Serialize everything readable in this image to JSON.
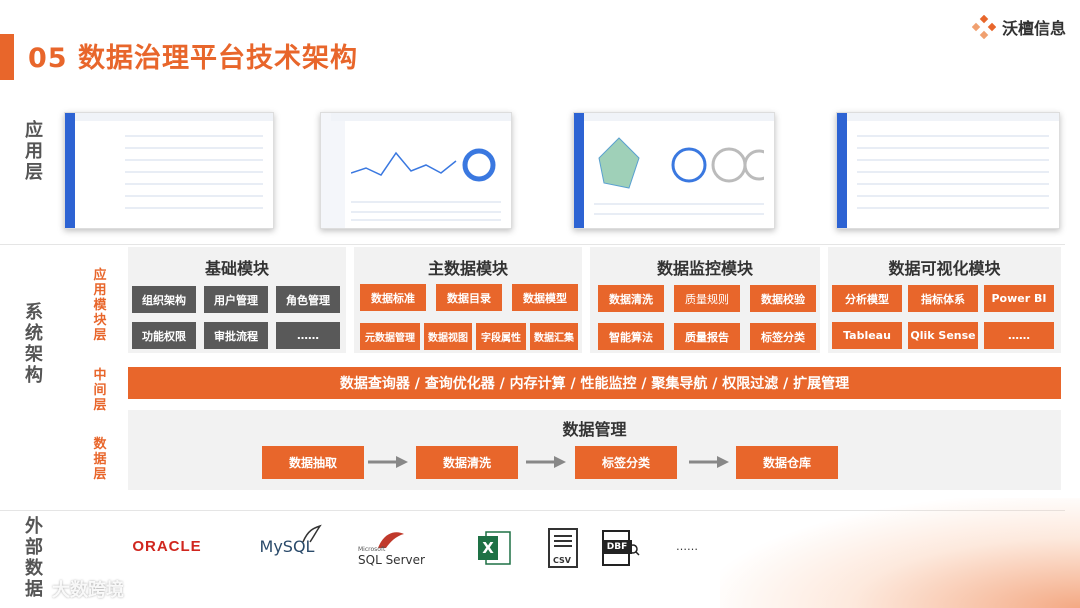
{
  "header": {
    "title": "05 数据治理平台技术架构",
    "logo_text": "沃檀信息"
  },
  "layers": {
    "app": "应用层",
    "system": "系统架构",
    "app_module": "应用模块层",
    "middle": "中间层",
    "data": "数据层",
    "external": "外部数据"
  },
  "screenshots": [
    "app-screenshot-1",
    "app-screenshot-2",
    "app-screenshot-3",
    "app-screenshot-4"
  ],
  "modules": [
    {
      "title": "基础模块",
      "items": [
        "组织架构",
        "用户管理",
        "角色管理",
        "功能权限",
        "审批流程",
        "……"
      ]
    },
    {
      "title": "主数据模块",
      "items": [
        "数据标准",
        "数据目录",
        "数据模型",
        "元数据管理",
        "数据视图",
        "字段属性",
        "数据汇集"
      ]
    },
    {
      "title": "数据监控模块",
      "items": [
        "数据清洗",
        "质量规则",
        "数据校验",
        "智能算法",
        "质量报告",
        "标签分类"
      ]
    },
    {
      "title": "数据可视化模块",
      "items": [
        "分析模型",
        "指标体系",
        "Power BI",
        "Tableau",
        "Qlik Sense",
        "……"
      ]
    }
  ],
  "middle_bar": "数据查询器 / 查询优化器 / 内存计算 / 性能监控 / 聚集导航 / 权限过滤 / 扩展管理",
  "data_layer": {
    "title": "数据管理",
    "steps": [
      "数据抽取",
      "数据清洗",
      "标签分类",
      "数据仓库"
    ]
  },
  "external_sources": {
    "oracle": "ORACLE",
    "mysql": "MySQL",
    "sqlserver_small": "Microsoft",
    "sqlserver": "SQL Server",
    "csv": "CSV",
    "dbf": "DBF",
    "more": "……"
  },
  "watermark": "大数跨境",
  "colors": {
    "accent": "#e8662b",
    "gray_button": "#595959",
    "panel": "#f2f2f2"
  }
}
